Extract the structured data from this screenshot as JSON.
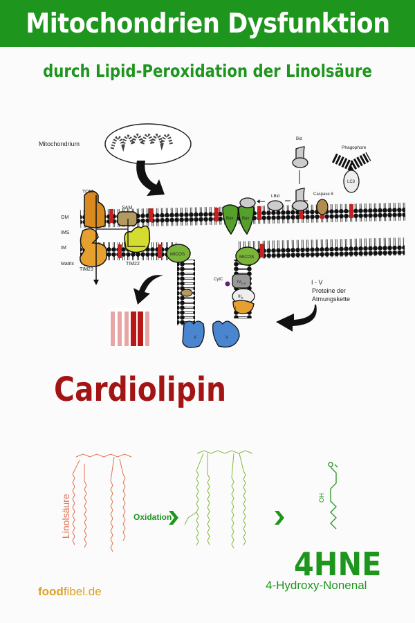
{
  "header": {
    "title": "Mitochondrien Dysfunktion",
    "subtitle": "durch Lipid-Peroxidation der Linolsäure"
  },
  "diagram": {
    "mitochondrium": "Mitochondrium",
    "tom": "TOM",
    "sam": "SAM",
    "om": "OM",
    "ims": "IMS",
    "im": "IM",
    "matrix": "Matrix",
    "tim23": "TIM23",
    "tim22": "TIM22",
    "micos": "MICOS",
    "bax": "Bax",
    "bid": "Bid",
    "tbid": "t-Bid",
    "caspase": "Caspase 8",
    "phagophore": "Phagophore",
    "lc3": "LC3",
    "cytc": "CytC",
    "complex_iv": "IV",
    "complex_iv_sub": "1-4",
    "complex_iii": "III",
    "complex_iii_sub": "2",
    "complex_i": "I",
    "complex_v": "V",
    "resp_range": "I - V",
    "resp_line1": "Proteine der",
    "resp_line2": "Atmungskette"
  },
  "cardiolipin": {
    "title": "Cardiolipin",
    "linoleic": "Linolsäure",
    "oxidation": "Oxidation",
    "oh": "OH"
  },
  "product": {
    "name": "4HNE",
    "fullname": "4-Hydroxy-Nonenal"
  },
  "brand": {
    "bold": "food",
    "rest": "fibel.de"
  },
  "colors": {
    "green": "#1e961e",
    "red": "#a31515",
    "orange": "#e0a020",
    "salmon": "#e07050",
    "lightgreen": "#7fb93a"
  }
}
